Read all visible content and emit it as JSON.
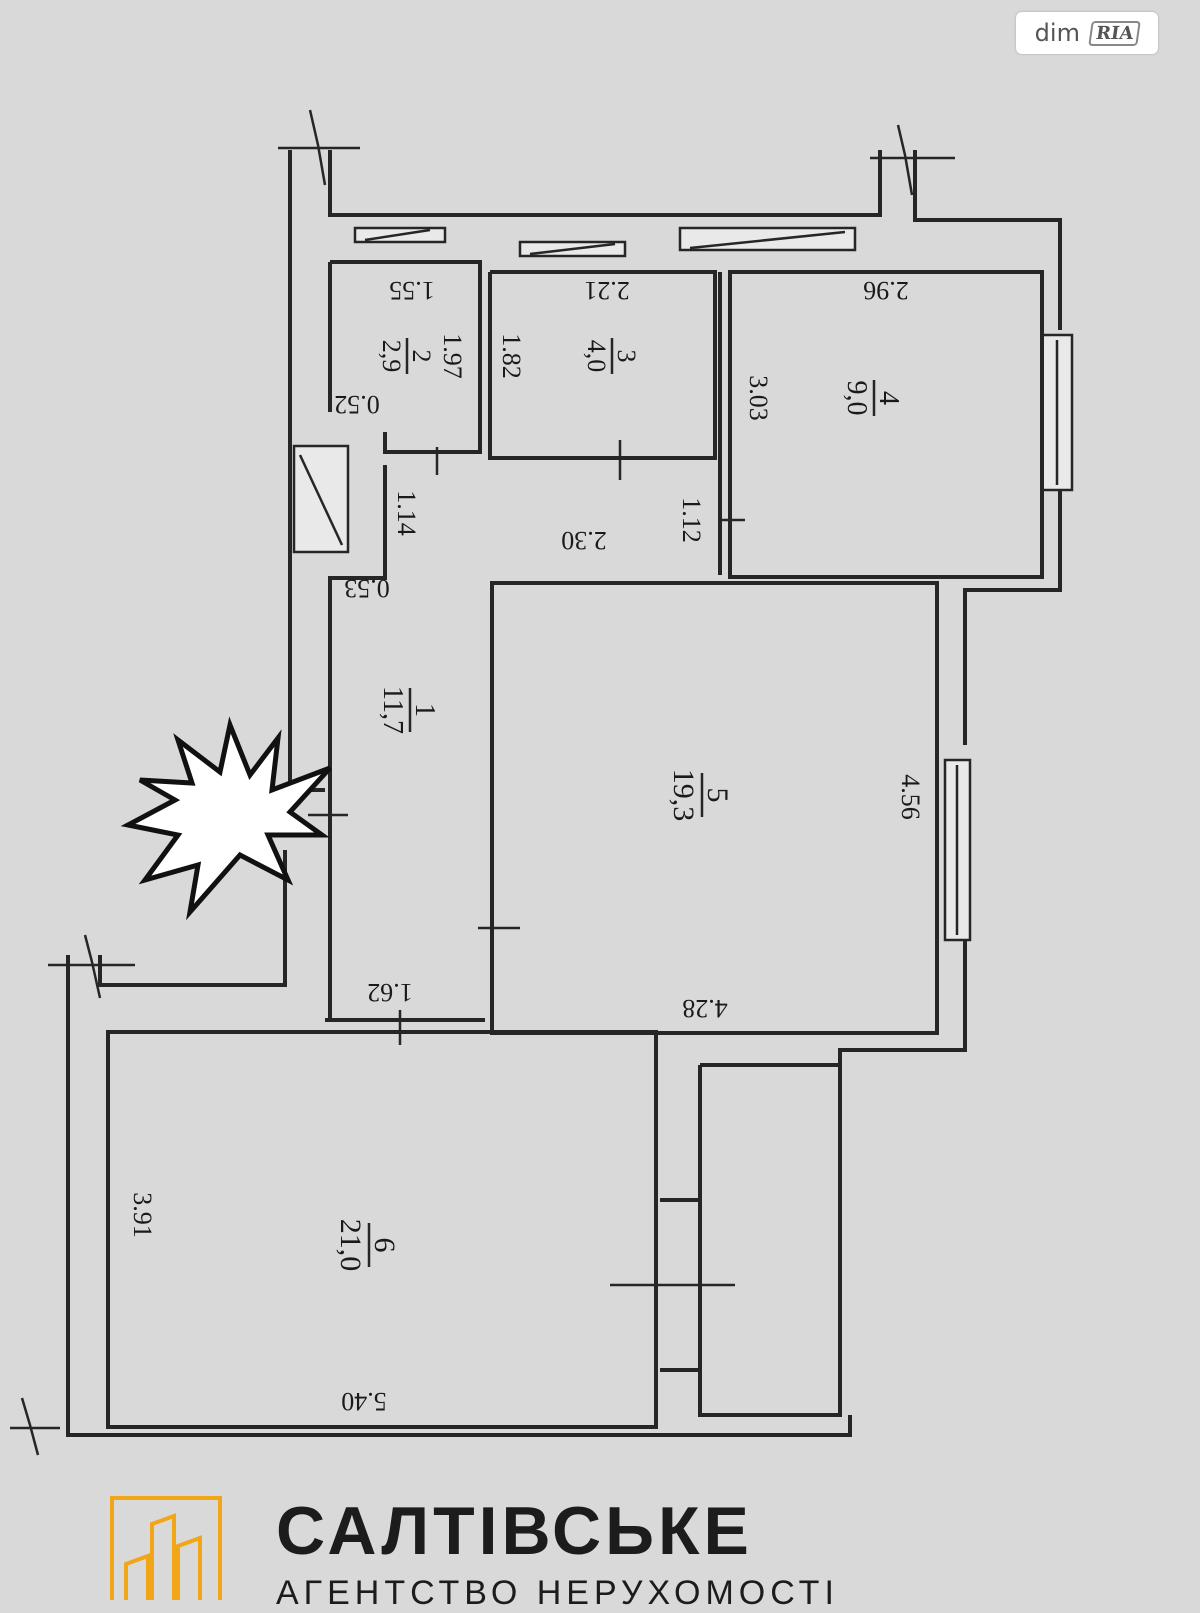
{
  "watermark": {
    "left_text": "dim",
    "right_text": "RIA"
  },
  "rooms": [
    {
      "number": "2",
      "area": "2,9"
    },
    {
      "number": "3",
      "area": "4,0"
    },
    {
      "number": "4",
      "area": "9,0"
    },
    {
      "number": "1",
      "area": "11,7"
    },
    {
      "number": "5",
      "area": "19,3"
    },
    {
      "number": "6",
      "area": "21,0"
    }
  ],
  "dimensions": {
    "d_1_55": "1.55",
    "d_2_21": "2.21",
    "d_2_96": "2.96",
    "d_1_97": "1.97",
    "d_1_82": "1.82",
    "d_3_03": "3.03",
    "d_0_52": "0.52",
    "d_1_14": "1.14",
    "d_1_12": "1.12",
    "d_2_30": "2.30",
    "d_0_53": "0.53",
    "d_4_56": "4.56",
    "d_1_62": "1.62",
    "d_4_28": "4.28",
    "d_3_91": "3.91",
    "d_5_40": "5.40"
  },
  "brand": {
    "name": "САЛТІВСЬКЕ",
    "subtitle": "АГЕНТСТВО НЕРУХОМОСТІ",
    "logo_color": "#f0a616"
  },
  "colors": {
    "background": "#d9d9d9",
    "line": "#262626",
    "star": "#ffffff"
  }
}
